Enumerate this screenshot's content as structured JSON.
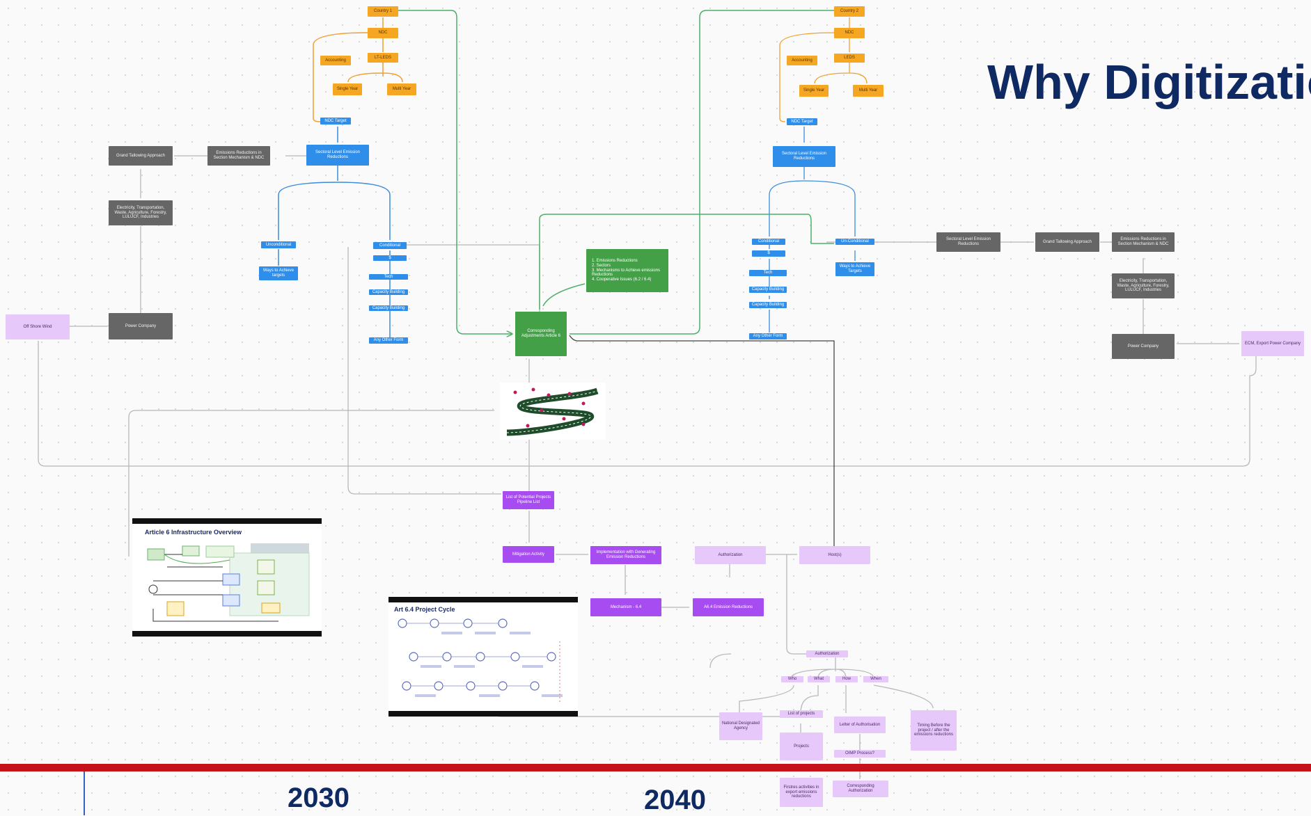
{
  "slide_title": "Why Digitizatio",
  "timeline": {
    "year_1": "2030",
    "year_2": "2040"
  },
  "nodes": {
    "country1": "Country 1",
    "ndc1": "NDC",
    "lt_left": "LT-LEDS",
    "accounting1": "Accounting",
    "single_year1": "Single Year",
    "multi_year1": "Multi Year",
    "ndc_target1": "NDC Target",
    "sector_emission1": "Sectoral Level Emission Reductions",
    "emission_section": "Emissions Reductions in Section Mechanism & NDC",
    "grand_approach": "Grand Tallowing Approach",
    "sectors_list": "Electricity, Transportation, Waste, Agriculture, Forestry, LULUCF, Industries",
    "power_company1": "Power Company",
    "offshore_wind": "Off Shore Wind",
    "unconditional1": "Unconditional",
    "ways_to_achieve": "Ways to Achieve targets",
    "conditional1": "Conditional",
    "cond1_b": "$",
    "cond1_c": "Tech",
    "cond1_d": "Capacity Building",
    "cond1_e": "Capacity Building",
    "cond1_f": "Any Other Form",
    "green_list": "1. Emissions Reductions\n2. Sectors\n3. Mechanisms to Achieve emissions Reductions\n4. Cooperative Issues (6.2 / 6.4)",
    "corresponding": "Corresponding Adjustments Article 6",
    "host_country_list": "List of Potential Projects Pipeline List",
    "mitigation_activity": "Mitigation Activity",
    "implementation_mod": "Implementation with Generating Emission Reductions",
    "mechanism_64": "Mechanism - 6.4",
    "a64_reductions": "A6.4 Emission Reductions",
    "authorization": "Authorization",
    "hosts": "Host(s)",
    "country2": "Country 2",
    "ndc2": "NDC",
    "lt_right": "LEDS",
    "accounting2": "Accounting",
    "single_year2": "Single Year",
    "multi_year2": "Multi Year",
    "ndc_target2": "NDC Target",
    "sector_emission2": "Sectoral Level Emission Reductions",
    "conditional2": "Conditional",
    "cond2_b": "$",
    "cond2_c": "Tech",
    "cond2_d": "Capacity Building",
    "cond2_e": "Capacity Building",
    "cond2_f": "Any Other Form",
    "unconditional2": "Un-Conditional",
    "ways_to_achieve2": "Ways to Achieve Targets",
    "sector_emission3": "Sectoral Level Emission Reductions",
    "grand_approach2": "Grand Tallowing Approach",
    "emission_section2": "Emissions Reductions in Section Mechanism & NDC",
    "sectors_list2": "Electricity, Transportation, Waste, Agriculture, Forestry, LULUCF, Industries",
    "power_company2": "Power Company",
    "ecm_power": "ECM, Export Power Company",
    "authorization_hub": "Authorization",
    "auth_a": "Who",
    "auth_b": "What",
    "auth_c": "How",
    "auth_d": "When",
    "national_agency": "National Designated Agency",
    "list_projects": "List of projects",
    "projects": "Projects",
    "letter_auth": "Letter of Authorisation",
    "timing": "Timing Before the project / after the emissions reductions",
    "oimp_process": "OIMP Process?",
    "first_issuance": "Firstres activities in export emissions reductions",
    "corresponding_adj": "Corresponding Authorization"
  },
  "thumbnails": {
    "thumb1_title": "Article 6 Infrastructure Overview",
    "thumb2_title": "Art 6.4 Project Cycle"
  },
  "colors": {
    "title": "#0f2a63",
    "red_bar": "#c6121a",
    "green_edge": "#4caf6a",
    "blue_edge": "#3a8be0",
    "orange_edge": "#f0a030",
    "gray_edge": "#b8b8b8",
    "dark_edge": "#444444"
  }
}
